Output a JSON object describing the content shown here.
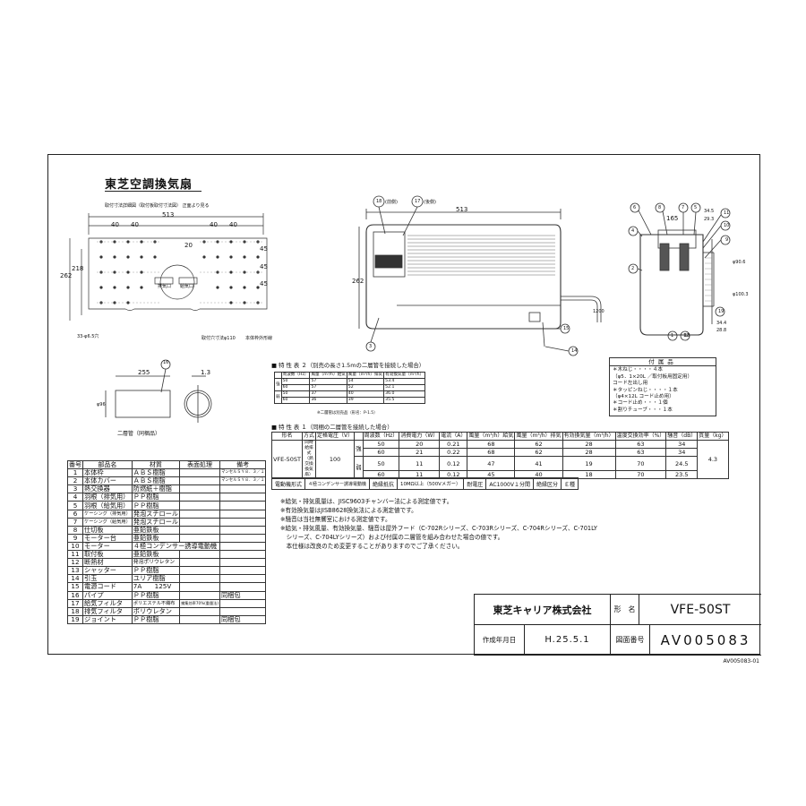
{
  "title": "東芝空調換気扇",
  "drawing_left": {
    "caption": "取付寸法詳細図（取付板取付寸法図） 正面より見る",
    "dim_513": "513",
    "dim_40": "40",
    "dim_20": "20",
    "dim_45": "45",
    "dim_262": "262",
    "dim_218": "218",
    "hole_label": "33-φ6.5穴",
    "cut_label": "取付穴寸法φ110",
    "outline_label": "本体枠外形線",
    "vent_a": "排気口",
    "vent_b": "給気口"
  },
  "drawing_center": {
    "callout_18": "18",
    "callout_18_label": "(前側)",
    "callout_17": "17",
    "callout_17_label": "(後側)",
    "dim_513": "513",
    "dim_262": "262",
    "dim_1200": "1200",
    "callout_3": "3",
    "callout_15": "15",
    "callout_14": "14"
  },
  "drawing_right": {
    "callouts": [
      "6",
      "8",
      "7",
      "5",
      "4",
      "2",
      "11",
      "10",
      "9",
      "12",
      "1",
      "13",
      "19"
    ],
    "dim_165": "165",
    "dim_34_5": "34.5",
    "dim_29_3": "29.3",
    "dim_90_6": "φ90.6",
    "dim_100_3": "φ100.3",
    "dim_34_4": "34.4",
    "dim_28_8": "28.8"
  },
  "pipe_detail": {
    "callout": "16",
    "dim_255": "255",
    "dim_13": "1.3",
    "dim_96": "φ96",
    "caption": "二層管（同梱品）"
  },
  "parts": {
    "headers": [
      "番号",
      "部品名",
      "材質",
      "表面処理",
      "備考"
    ],
    "rows": [
      [
        "1",
        "本体枠",
        "ＡＢＳ樹脂",
        "",
        "マンセルＳＹ８．３／１"
      ],
      [
        "2",
        "本体カバー",
        "ＡＢＳ樹脂",
        "",
        "マンセルＳＹ８．３／１"
      ],
      [
        "3",
        "熱交換器",
        "防燃紙＋樹脂",
        "",
        ""
      ],
      [
        "4",
        "羽根（排気用）",
        "ＰＰ樹脂",
        "",
        ""
      ],
      [
        "5",
        "羽根（給気用）",
        "ＰＰ樹脂",
        "",
        ""
      ],
      [
        "6",
        "ケーシング（排気用）",
        "発泡スチロール",
        "",
        ""
      ],
      [
        "7",
        "ケーシング（給気用）",
        "発泡スチロール",
        "",
        ""
      ],
      [
        "8",
        "仕切板",
        "亜鉛鉄板",
        "",
        ""
      ],
      [
        "9",
        "モーター台",
        "亜鉛鉄板",
        "",
        ""
      ],
      [
        "10",
        "モーター",
        "４極コンデンサー誘導電動機",
        "",
        ""
      ],
      [
        "11",
        "取付板",
        "亜鉛鉄板",
        "",
        ""
      ],
      [
        "12",
        "断熱材",
        "発泡ポリウレタン",
        "",
        ""
      ],
      [
        "13",
        "シャッター",
        "ＰＰ樹脂",
        "",
        ""
      ],
      [
        "14",
        "引玉",
        "ユリア樹脂",
        "",
        ""
      ],
      [
        "15",
        "電源コード",
        "7A　　125V",
        "",
        ""
      ],
      [
        "16",
        "パイプ",
        "ＰＰ樹脂",
        "",
        "同梱包"
      ],
      [
        "17",
        "給気フィルタ",
        "ポリエステル不織布",
        "捕集効率70%(重量法)",
        ""
      ],
      [
        "18",
        "排気フィルタ",
        "ポリウレタン",
        "",
        ""
      ],
      [
        "19",
        "ジョイント",
        "ＰＰ樹脂",
        "",
        "同梱包"
      ]
    ]
  },
  "table2": {
    "title": "■ 特 性 表 ２（別売の長さ1.5mの二層管を接続した場合）",
    "headers": [
      "周波数（Hz）",
      "風量（m³/h）給気",
      "風量（m³/h）排気",
      "有効換気量（m³/h）"
    ],
    "group_a": "強",
    "group_b": "弱",
    "rows": [
      [
        "50",
        "57",
        "54",
        "53.4"
      ],
      [
        "60",
        "57",
        "52",
        "52.1"
      ],
      [
        "50",
        "37",
        "40",
        "36.0"
      ],
      [
        "60",
        "36",
        "39",
        "35.5"
      ]
    ],
    "note": "※二層管は別売品（形名：P-1.5）"
  },
  "table1": {
    "title": "■ 特 性 表 １（同梱の二層管を接続した場合）",
    "headers": [
      "形名",
      "方式",
      "定格電圧（V）",
      "",
      "周波数（Hz）",
      "消費電力（W）",
      "電流（A）",
      "風量（m³/h）給気",
      "風量（m³/h）排気",
      "有効換気量（m³/h）",
      "温度交換効率（%）",
      "騒音（dB）",
      "質量（kg）"
    ],
    "model": "VFE-50ST",
    "method": "同時給排式（熱交換換気扇）",
    "voltage": "100",
    "strong": "強",
    "weak": "弱",
    "rows": [
      [
        "50",
        "20",
        "0.21",
        "68",
        "62",
        "28",
        "63",
        "34"
      ],
      [
        "60",
        "21",
        "0.22",
        "68",
        "62",
        "28",
        "63",
        "34"
      ],
      [
        "50",
        "11",
        "0.12",
        "47",
        "41",
        "19",
        "70",
        "24.5"
      ],
      [
        "60",
        "11",
        "0.12",
        "45",
        "40",
        "18",
        "70",
        "23.5"
      ]
    ],
    "mass": "4.3",
    "motor_label": "電動機形式",
    "motor_value": "４極コンデンサー誘導電動機",
    "insulation_label": "絶縁抵抗",
    "insulation_value": "10MΩ以上（500Vメガー）",
    "withstand_label": "耐電圧",
    "withstand_value": "AC1000V１分間",
    "class_label": "絶縁区分",
    "class_value": "Ｅ種"
  },
  "notes": [
    "※給気・排気風量は、JISC9603チャンバー法による測定値です。",
    "※有効換気量はJISB8628換気法による測定値です。",
    "※騒音は当社無響室における測定値です。",
    "※給気・排気風量、有効換気量、騒音は屋外フード（C-702Rシリーズ、C-703Rシリーズ、C-704Rシリーズ、C-701LY",
    "　シリーズ、C-704LYシリーズ）および付属の二層管を組み合わせた場合の値です。",
    "　本仕様は改良のため変更することがありますのでご了承ください。"
  ],
  "accessories": {
    "header": "付属品",
    "lines": [
      "＊木ねじ・・・・４本",
      "（φ5．1×20L ／取付板用固定用）",
      "コード左出し用",
      "＊タッピンねじ・・・・１本",
      "（φ4×12L コード止め用）",
      "＊コード止め・・・１個",
      "＊割りチューブ・・・１本"
    ]
  },
  "title_block": {
    "company": "東芝キャリア株式会社",
    "model_label": "形　名",
    "model_value": "VFE-50ST",
    "date_label": "作成年月日",
    "date_value": "H.25.5.1",
    "drawing_no_label": "図面番号",
    "drawing_no_value": "AV005083"
  },
  "footer_code": "AV005083-01"
}
